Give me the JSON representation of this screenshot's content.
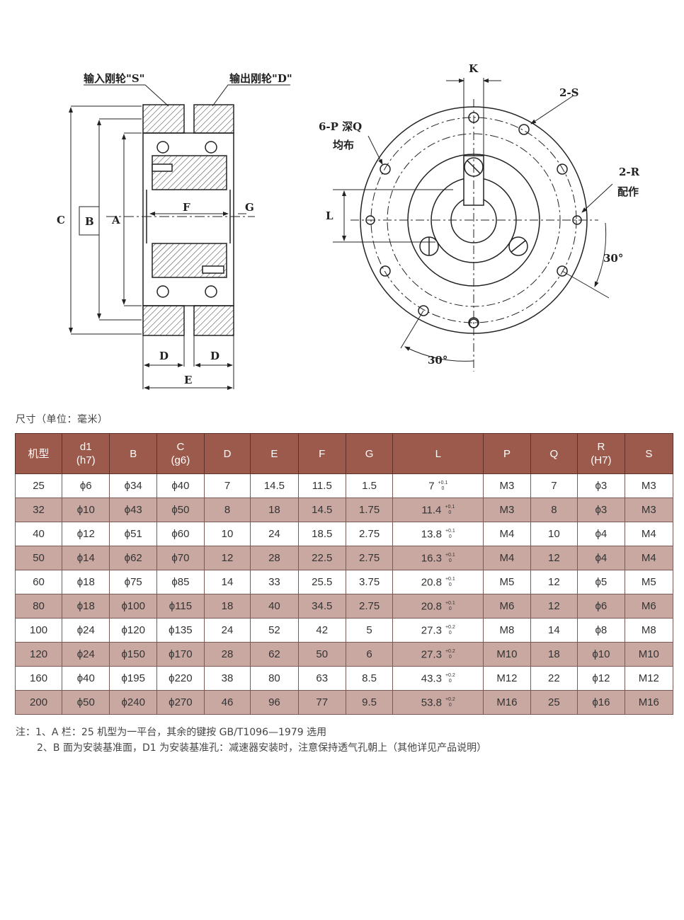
{
  "drawing": {
    "label_input_wheel": "输入刚轮\"S\"",
    "label_output_wheel": "输出刚轮\"D\"",
    "dim_c": "C",
    "dim_b": "B",
    "dim_a": "A",
    "dim_f": "F",
    "dim_g": "G",
    "dim_d_left": "D",
    "dim_d_right": "D",
    "dim_e": "E",
    "dim_k": "K",
    "dim_l": "L",
    "label_2s": "2-S",
    "label_6p_line1": "6-P 深Q",
    "label_6p_line2": "均布",
    "label_2r_line1": "2-R",
    "label_2r_line2": "配作",
    "angle_right": "30°",
    "angle_bottom": "30°"
  },
  "caption": "尺寸（单位：毫米）",
  "table": {
    "headers": [
      {
        "l1": "机型",
        "l2": ""
      },
      {
        "l1": "d1",
        "l2": "(h7)"
      },
      {
        "l1": "B",
        "l2": ""
      },
      {
        "l1": "C",
        "l2": "(g6)"
      },
      {
        "l1": "D",
        "l2": ""
      },
      {
        "l1": "E",
        "l2": ""
      },
      {
        "l1": "F",
        "l2": ""
      },
      {
        "l1": "G",
        "l2": ""
      },
      {
        "l1": "L",
        "l2": ""
      },
      {
        "l1": "P",
        "l2": ""
      },
      {
        "l1": "Q",
        "l2": ""
      },
      {
        "l1": "R",
        "l2": "(H7)"
      },
      {
        "l1": "S",
        "l2": ""
      }
    ],
    "rows": [
      {
        "model": "25",
        "d1": "ϕ6",
        "B": "ϕ34",
        "C": "ϕ40",
        "D": "7",
        "E": "14.5",
        "F": "11.5",
        "G": "1.5",
        "L": "7",
        "L_up": "+0.1",
        "L_low": "0",
        "P": "M3",
        "Q": "7",
        "R": "ϕ3",
        "S": "M3"
      },
      {
        "model": "32",
        "d1": "ϕ10",
        "B": "ϕ43",
        "C": "ϕ50",
        "D": "8",
        "E": "18",
        "F": "14.5",
        "G": "1.75",
        "L": "11.4",
        "L_up": "+0.1",
        "L_low": "0",
        "P": "M3",
        "Q": "8",
        "R": "ϕ3",
        "S": "M3"
      },
      {
        "model": "40",
        "d1": "ϕ12",
        "B": "ϕ51",
        "C": "ϕ60",
        "D": "10",
        "E": "24",
        "F": "18.5",
        "G": "2.75",
        "L": "13.8",
        "L_up": "+0.1",
        "L_low": "0",
        "P": "M4",
        "Q": "10",
        "R": "ϕ4",
        "S": "M4"
      },
      {
        "model": "50",
        "d1": "ϕ14",
        "B": "ϕ62",
        "C": "ϕ70",
        "D": "12",
        "E": "28",
        "F": "22.5",
        "G": "2.75",
        "L": "16.3",
        "L_up": "+0.1",
        "L_low": "0",
        "P": "M4",
        "Q": "12",
        "R": "ϕ4",
        "S": "M4"
      },
      {
        "model": "60",
        "d1": "ϕ18",
        "B": "ϕ75",
        "C": "ϕ85",
        "D": "14",
        "E": "33",
        "F": "25.5",
        "G": "3.75",
        "L": "20.8",
        "L_up": "+0.1",
        "L_low": "0",
        "P": "M5",
        "Q": "12",
        "R": "ϕ5",
        "S": "M5"
      },
      {
        "model": "80",
        "d1": "ϕ18",
        "B": "ϕ100",
        "C": "ϕ115",
        "D": "18",
        "E": "40",
        "F": "34.5",
        "G": "2.75",
        "L": "20.8",
        "L_up": "+0.1",
        "L_low": "0",
        "P": "M6",
        "Q": "12",
        "R": "ϕ6",
        "S": "M6"
      },
      {
        "model": "100",
        "d1": "ϕ24",
        "B": "ϕ120",
        "C": "ϕ135",
        "D": "24",
        "E": "52",
        "F": "42",
        "G": "5",
        "L": "27.3",
        "L_up": "+0.2",
        "L_low": "0",
        "P": "M8",
        "Q": "14",
        "R": "ϕ8",
        "S": "M8"
      },
      {
        "model": "120",
        "d1": "ϕ24",
        "B": "ϕ150",
        "C": "ϕ170",
        "D": "28",
        "E": "62",
        "F": "50",
        "G": "6",
        "L": "27.3",
        "L_up": "+0.2",
        "L_low": "0",
        "P": "M10",
        "Q": "18",
        "R": "ϕ10",
        "S": "M10"
      },
      {
        "model": "160",
        "d1": "ϕ40",
        "B": "ϕ195",
        "C": "ϕ220",
        "D": "38",
        "E": "80",
        "F": "63",
        "G": "8.5",
        "L": "43.3",
        "L_up": "+0.2",
        "L_low": "0",
        "P": "M12",
        "Q": "22",
        "R": "ϕ12",
        "S": "M12"
      },
      {
        "model": "200",
        "d1": "ϕ50",
        "B": "ϕ240",
        "C": "ϕ270",
        "D": "46",
        "E": "96",
        "F": "77",
        "G": "9.5",
        "L": "53.8",
        "L_up": "+0.2",
        "L_low": "0",
        "P": "M16",
        "Q": "25",
        "R": "ϕ16",
        "S": "M16"
      }
    ]
  },
  "notes": {
    "note1": "注：1、A 栏：25 机型为一平台，其余的键按 GB/T1096—1979 选用",
    "note2": "2、B 面为安装基准面，D1 为安装基准孔：减速器安装时，注意保持透气孔朝上（其他详见产品说明）"
  }
}
